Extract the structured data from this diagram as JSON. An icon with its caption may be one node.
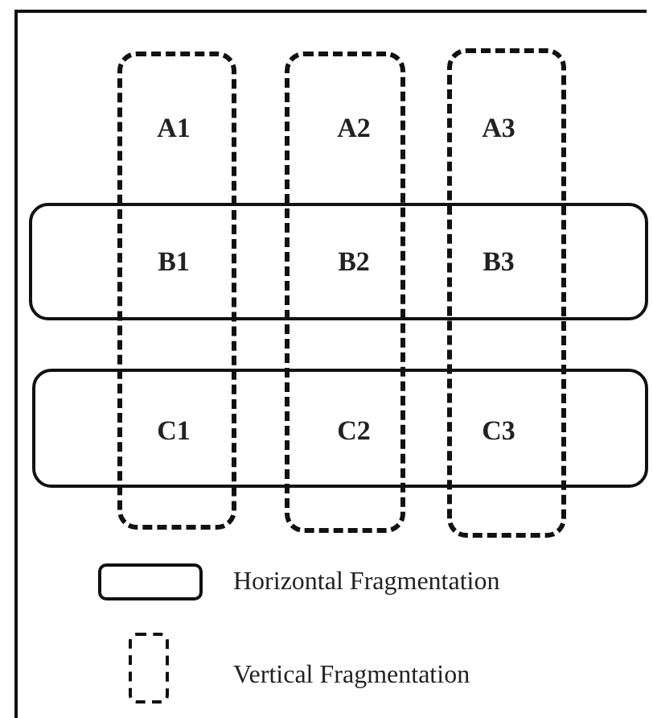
{
  "diagram": {
    "nodes": [
      {
        "text": [],
        "shape": "box"
      },
      {
        "text": [],
        "shape": "box"
      },
      {
        "text": [],
        "shape": "box"
      },
      {
        "text": [],
        "shape": "box"
      },
      {
        "text": [],
        "shape": "box"
      }
    ],
    "labels": [
      "A1",
      "A2",
      "A3",
      "B1",
      "B2",
      "B3",
      "C1",
      "C2",
      "C3"
    ],
    "legend": [
      {
        "text": "Horizontal Fragmentation"
      },
      {
        "text": "Vertical Fragmentation"
      }
    ]
  }
}
